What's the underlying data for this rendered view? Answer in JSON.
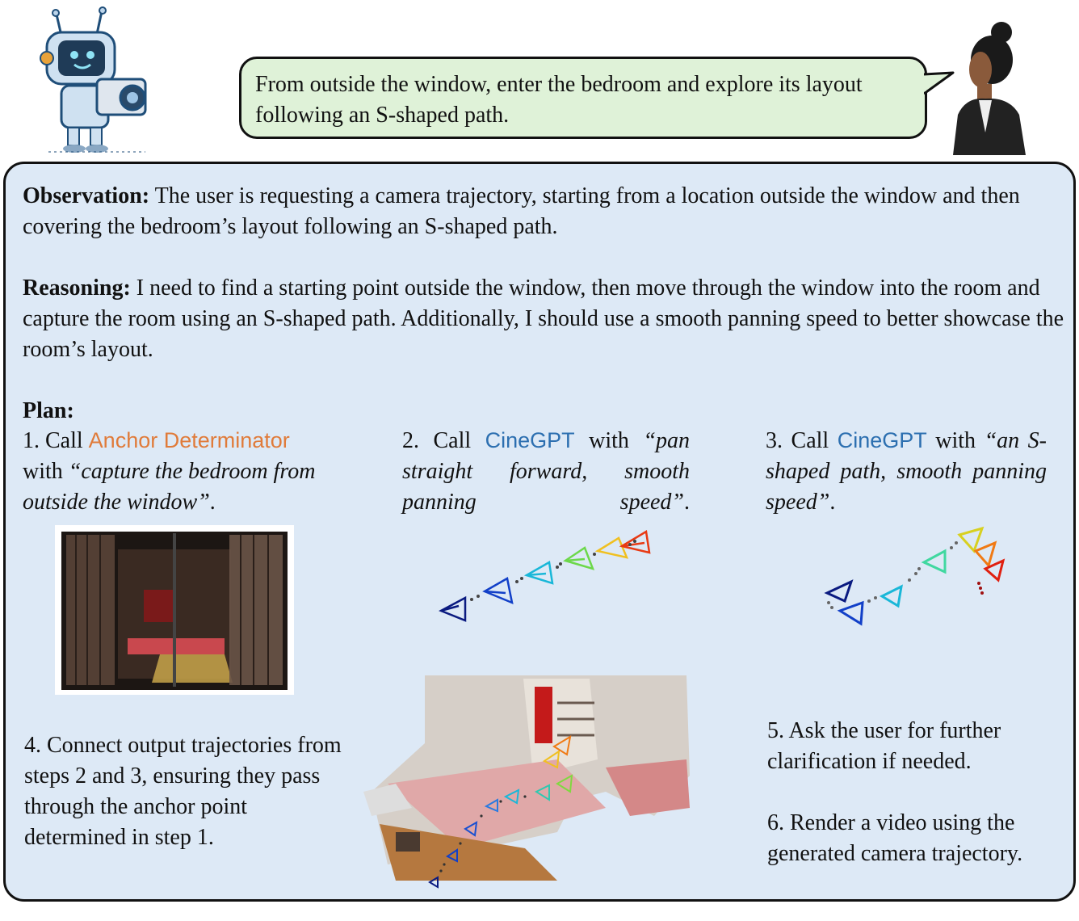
{
  "request": {
    "text": "From outside the window, enter the bedroom and explore its layout following an S-shaped path."
  },
  "observation": {
    "label": "Observation:",
    "text": " The user is requesting a camera trajectory, starting from a location outside the window and then covering the bedroom’s layout following an S-shaped path."
  },
  "reasoning": {
    "label": "Reasoning:",
    "text": " I need to find a starting point outside the window, then move through the window into the room and capture the room using an S-shaped path. Additionally, I should use a smooth panning speed to better showcase the room’s layout."
  },
  "plan": {
    "label": "Plan:",
    "step1": {
      "prefix": "1. Call ",
      "tool": "Anchor Determinator",
      "with": "with ",
      "quote": "“capture the bedroom from outside the window”",
      "suffix": "."
    },
    "step2": {
      "prefix": "2. Call ",
      "tool": "CineGPT",
      "with": " with ",
      "quote": "“pan straight forward, smooth panning speed”",
      "suffix": "."
    },
    "step3": {
      "prefix": "3. Call ",
      "tool": "CineGPT",
      "with": " with ",
      "quote": "“an S-shaped path, smooth panning speed”",
      "suffix": "."
    },
    "step4": "4. Connect output trajectories from steps 2 and 3, ensuring they pass through the anchor point determined in step 1.",
    "step5": "5. Ask the user for further clarification if needed.",
    "step6": "6. Render a video using the generated camera trajectory."
  },
  "colors": {
    "bubble": "#dff2d8",
    "panel": "#dde9f6",
    "anchor_tool": "#e07b3a",
    "cinegpt_tool": "#2c6fb0"
  },
  "icons": [
    "robot-camera-icon",
    "woman-user-icon"
  ]
}
